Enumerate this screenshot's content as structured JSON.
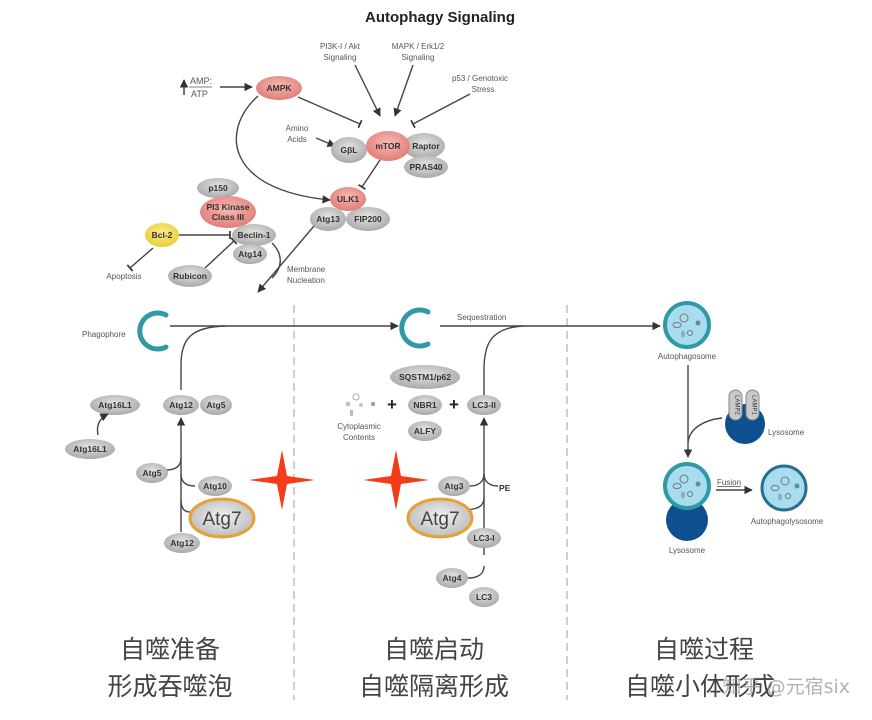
{
  "title": "Autophagy Signaling",
  "upstream": {
    "amp_atp_num": "AMP:",
    "amp_atp_den": "ATP",
    "pi3k_line1": "PI3K-I / Akt",
    "pi3k_line2": "Signaling",
    "mapk_line1": "MAPK / Erk1/2",
    "mapk_line2": "Signaling",
    "p53_line1": "p53 / Genotoxic",
    "p53_line2": "Stress",
    "amino_line1": "Amino",
    "amino_line2": "Acids",
    "apoptosis": "Apoptosis",
    "membrane_line1": "Membrane",
    "membrane_line2": "Nucleation"
  },
  "nodes": {
    "ampk": "AMPK",
    "gbl": "GβL",
    "mtor": "mTOR",
    "raptor": "Raptor",
    "pras40": "PRAS40",
    "ulk1": "ULK1",
    "atg13": "Atg13",
    "fip200": "FIP200",
    "p150": "p150",
    "pi3k_class3_line1": "PI3 Kinase",
    "pi3k_class3_line2": "Class III",
    "bcl2": "Bcl-2",
    "beclin1": "Beclin-1",
    "atg14": "Atg14",
    "rubicon": "Rubicon"
  },
  "stage1": {
    "phagophore": "Phagophore",
    "atg16l1_complex": "Atg16L1",
    "atg12_complex": "Atg12",
    "atg5_complex": "Atg5",
    "atg16l1": "Atg16L1",
    "atg5": "Atg5",
    "atg10": "Atg10",
    "atg7": "Atg7",
    "atg12": "Atg12"
  },
  "stage2": {
    "sequestration": "Sequestration",
    "sqstm1": "SQSTM1/p62",
    "nbr1": "NBR1",
    "alfy": "ALFY",
    "lc3ii": "LC3-II",
    "plus": "+",
    "cyto_line1": "Cytoplasmic",
    "cyto_line2": "Contents",
    "atg3": "Atg3",
    "pe": "PE",
    "atg7": "Atg7",
    "lc3i": "LC3-I",
    "atg4": "Atg4",
    "lc3": "LC3"
  },
  "stage3": {
    "autophagosome": "Autophagosome",
    "lamp2": "LAMP2",
    "lamp1": "LAMP1",
    "lysosome_top": "Lysosome",
    "fusion": "Fusion",
    "autophagolysosome": "Autophagolysosome",
    "lysosome_bottom": "Lysosome"
  },
  "captions": [
    {
      "line1": "自噬准备",
      "line2": "形成吞噬泡"
    },
    {
      "line1": "自噬启动",
      "line2": "自噬隔离形成"
    },
    {
      "line1": "自噬过程",
      "line2": "自噬小体形成"
    }
  ],
  "watermark": "知乎 @元宿six",
  "colors": {
    "kinase_red": "#e8928c",
    "protein_gray": "#b9b9b9",
    "bcl2_yellow": "#ecd84a",
    "phagophore_teal": "#2f9aa5",
    "vesicle_light": "#a8dcef",
    "lysosome_blue": "#0d4f8f",
    "star_red": "#f43b1a",
    "atg7_ring": "#e5a133"
  }
}
